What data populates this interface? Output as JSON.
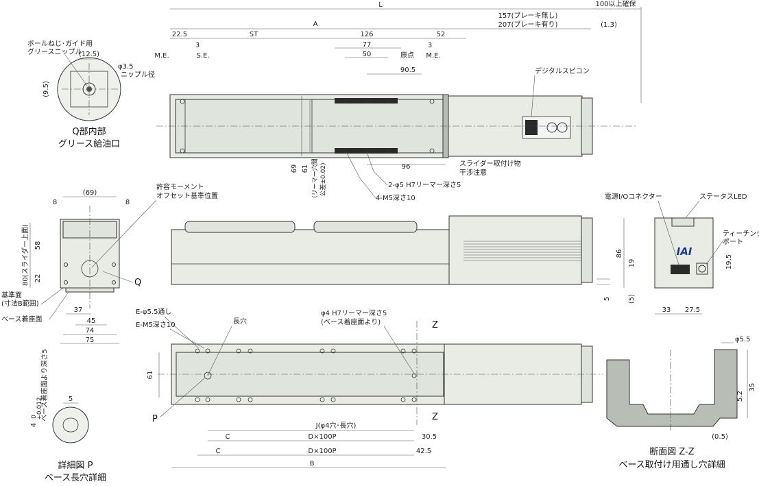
{
  "dims": {
    "L": "L",
    "clear100": "100以上確保",
    "A": "A",
    "brake_none": "157(ブレーキ無し)",
    "brake_with": "207(ブレーキ有り)",
    "d1_3": "(1.3)",
    "d22_5": "22.5",
    "ST": "ST",
    "d126": "126",
    "d52": "52",
    "d77": "77",
    "d50": "50",
    "d90_5": "90.5",
    "d3a": "3",
    "d3b": "3",
    "ME1": "M.E.",
    "SE": "S.E.",
    "origin": "原点",
    "ME2": "M.E.",
    "d96": "96",
    "d69": "69",
    "d61": "61",
    "ream_pitch": "(リーマー穴間",
    "tolerance": "公差±0.02)",
    "d69p": "(69)",
    "d8a": "8",
    "d8b": "8",
    "d58": "58",
    "d80": "80(スライダー上面)",
    "d22": "22",
    "d37": "37",
    "d45": "45",
    "d74": "74",
    "d75": "75",
    "d12_5": "(12.5)",
    "d9_5": "(9.5)",
    "phi3_5": "φ3.5",
    "nipple": "ニップル径",
    "d86": "86",
    "d19": "19",
    "d19_5": "19.5",
    "d5p": "(5)",
    "d5r": "5",
    "d33": "33",
    "d27_5": "27.5",
    "dE1": "E-φ5.5通し",
    "dE2": "E-M5深さ10",
    "slot": "長穴",
    "phi4": "φ4 H7リーマー深さ5",
    "phi4b": "(ベース着座面より)",
    "zA": "Z",
    "zB": "Z",
    "d61b": "61",
    "J": "J(φ4穴･長穴)",
    "C1": "C",
    "Dx1": "D×100P",
    "d30_5": "30.5",
    "C2": "C",
    "Dx2": "D×100P",
    "d42_5": "42.5",
    "B": "B",
    "phi5_5": "φ5.5",
    "d35": "35",
    "d5_2": "5.2",
    "d0_5": "(0.5)",
    "d5d": "5",
    "tol4": "4",
    "tol_sup": "+0.012",
    "tol_sub": "0",
    "detailP_side": "ベース着座面より深さ5",
    "P": "P",
    "Q": "Q"
  },
  "labels": {
    "grease_nipple_1": "ボールねじ･ガイド用",
    "grease_nipple_2": "グリースニップル",
    "digital_speedcon": "デジタルスピコン",
    "slider_note_1": "スライダー取付け物",
    "slider_note_2": "干渉注意",
    "ream_holes": "2-φ5 H7リーマー深さ5",
    "tap_holes": "4-M5深さ10",
    "moment_1": "許容モーメント",
    "moment_2": "オフセット基準位置",
    "ref_face_1": "基準面",
    "ref_face_2": "(寸法B範囲)",
    "base_face": "ベース着座面",
    "power_io": "電源I/Oコネクター",
    "status_led": "ステータスLED",
    "teaching_1": "ティーチング",
    "teaching_2": "ポート",
    "logo": "IAI"
  },
  "captions": {
    "q_title": "Q部内部",
    "q_sub": "グリース給油口",
    "p_title": "詳細図 P",
    "p_sub": "ベース長穴詳細",
    "zz_title": "断面図 Z-Z",
    "zz_sub": "ベース取付け用通し穴詳細"
  }
}
